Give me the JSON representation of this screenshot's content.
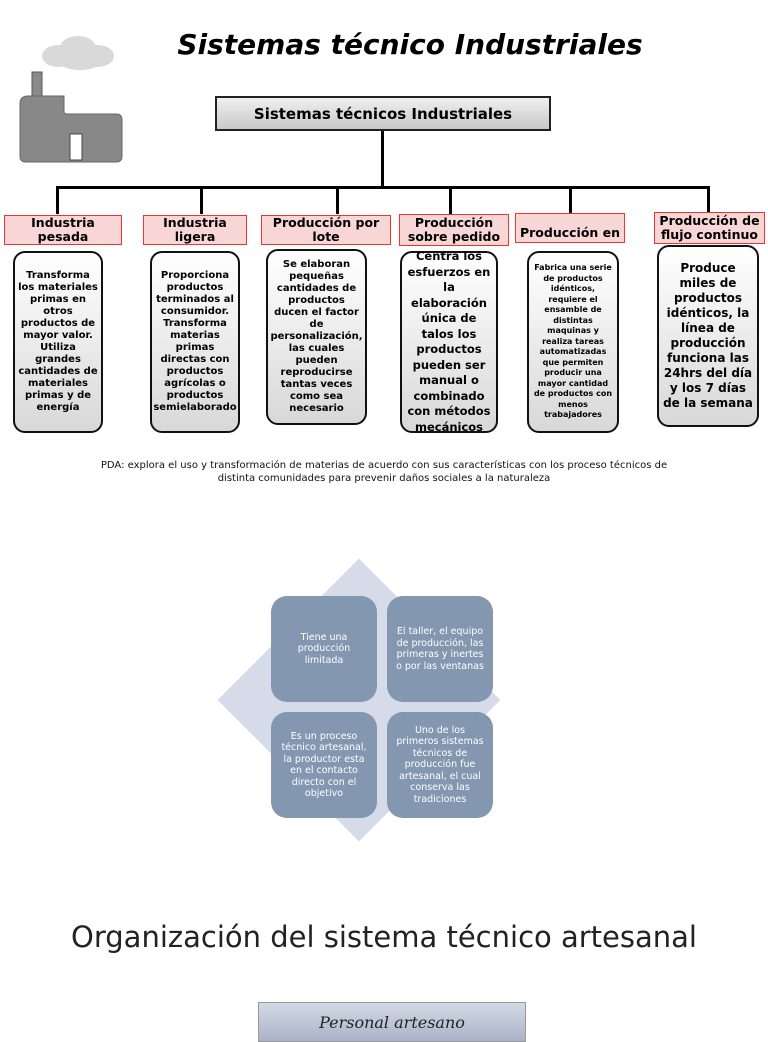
{
  "header": {
    "faint_text": "",
    "title": "Sistemas técnico Industriales"
  },
  "diagram": {
    "root": "Sistemas técnicos Industriales",
    "categories": [
      {
        "label": "Industria pesada",
        "description": "Transforma los materiales primas en otros productos de mayor valor. Utiliza grandes cantidades de materiales primas y de energía"
      },
      {
        "label": "Industria ligera",
        "description": "Proporciona productos terminados al consumidor. Transforma materias primas directas con productos agrícolas o productos semielaborado"
      },
      {
        "label": "Producción por lote",
        "description": "Se elaboran pequeñas cantidades de productos ducen el factor de personalización, las cuales pueden reproducirse tantas veces como sea necesario"
      },
      {
        "label": "Producción sobre pedido",
        "description": "Centra los esfuerzos en la elaboración única de talos los productos pueden ser manual o combinado con métodos mecánicos"
      },
      {
        "label": "Producción en masa",
        "description": "Fabrica una serie de productos idénticos, requiere el ensamble de distintas maquinas y realiza tareas automatizadas que permiten producir una mayor cantidad de productos con menos trabajadores"
      },
      {
        "label": "Producción de flujo continuo",
        "description": "Produce miles de productos idénticos, la línea de producción funciona las 24hrs del día y los 7 días de la semana"
      }
    ]
  },
  "pda": "PDA: explora el uso y transformación de materias de acuerdo con sus características con los proceso técnicos de distinta comunidades para prevenir daños sociales a la naturaleza",
  "artesanal_tiles": [
    "Tiene una producción limitada",
    "El taller, el equipo de producción, las primeras y inertes o por las ventanas",
    "Es un proceso técnico artesanal, la productor esta en el contacto directo con el objetivo",
    "Uno de los primeros sistemas técnicos de producción fue artesanal, el cual conserva las tradiciones"
  ],
  "section2": {
    "title": "Organización del sistema técnico artesanal",
    "box_label": "Personal artesano"
  },
  "colors": {
    "category_fill": "#f8d6d6",
    "category_border": "#e33333",
    "tile": "#8497b0",
    "diamond": "#d5dbe9"
  },
  "icons": [
    "factory-icon"
  ]
}
